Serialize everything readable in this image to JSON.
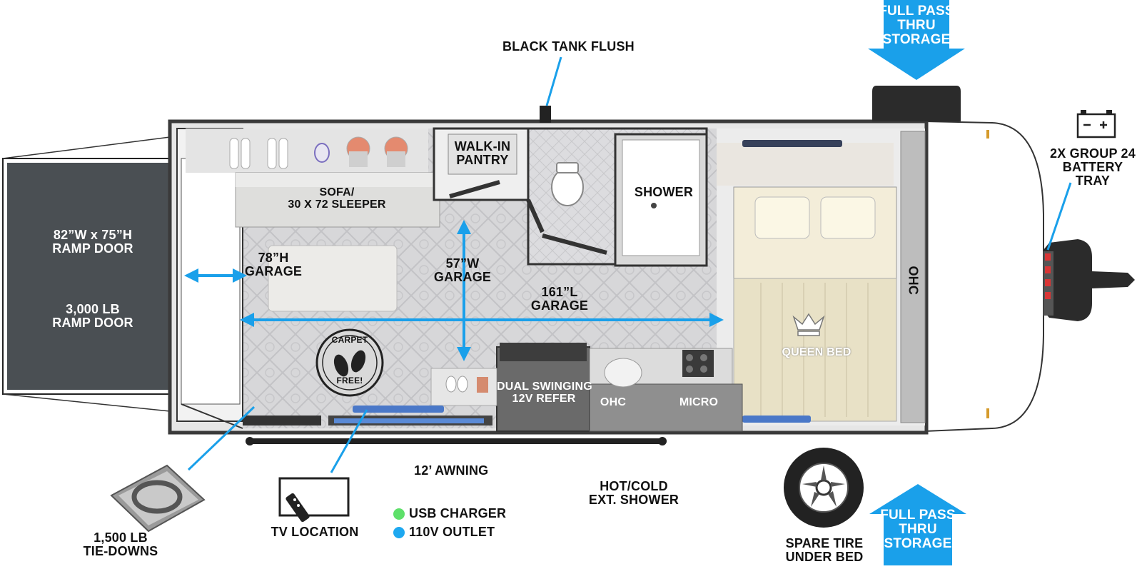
{
  "labels": {
    "black_tank_flush": "BLACK TANK FLUSH",
    "full_pass_top": [
      "FULL PASS",
      "THRU",
      "STORAGE"
    ],
    "full_pass_bottom": [
      "FULL PASS",
      "THRU",
      "STORAGE"
    ],
    "battery_tray": [
      "2X GROUP 24",
      "BATTERY",
      "TRAY"
    ],
    "ramp_door_size": [
      "82”W x 75”H",
      "RAMP DOOR"
    ],
    "ramp_door_weight": [
      "3,000 LB",
      "RAMP DOOR"
    ],
    "sofa": [
      "SOFA/",
      "30 X 72 SLEEPER"
    ],
    "walk_in_pantry": [
      "WALK-IN",
      "PANTRY"
    ],
    "shower": "SHOWER",
    "garage_height": [
      "78”H",
      "GARAGE"
    ],
    "garage_width": [
      "57”W",
      "GARAGE"
    ],
    "garage_length": [
      "161”L",
      "GARAGE"
    ],
    "queen_bed": "QUEEN BED",
    "ohc_side": "OHC",
    "refer": [
      "DUAL SWINGING",
      "12V REFER"
    ],
    "ohc_counter": "OHC",
    "micro": "MICRO",
    "awning": "12’ AWNING",
    "ext_shower": [
      "HOT/COLD",
      "EXT. SHOWER"
    ],
    "spare_tire": [
      "SPARE TIRE",
      "UNDER BED"
    ],
    "tie_downs": [
      "1,500 LB",
      "TIE-DOWNS"
    ],
    "tv_location": "TV LOCATION",
    "carpet_free": [
      "CARPET",
      "FREE!"
    ]
  },
  "legend": [
    {
      "label": "USB CHARGER",
      "color": "#5ee06a"
    },
    {
      "label": "110V OUTLET",
      "color": "#1ea8f0"
    }
  ],
  "colors": {
    "accent_blue": "#1aa0ea",
    "wall": "#3a3a3a",
    "ramp_panel": "#4a4f53",
    "floor": "#d6d6d8"
  },
  "icons": [
    "battery-icon",
    "tv-icon",
    "remote-icon",
    "tire-icon",
    "tie-down-icon",
    "crown-icon",
    "arrow-down-icon",
    "arrow-up-icon",
    "toilet-icon"
  ]
}
